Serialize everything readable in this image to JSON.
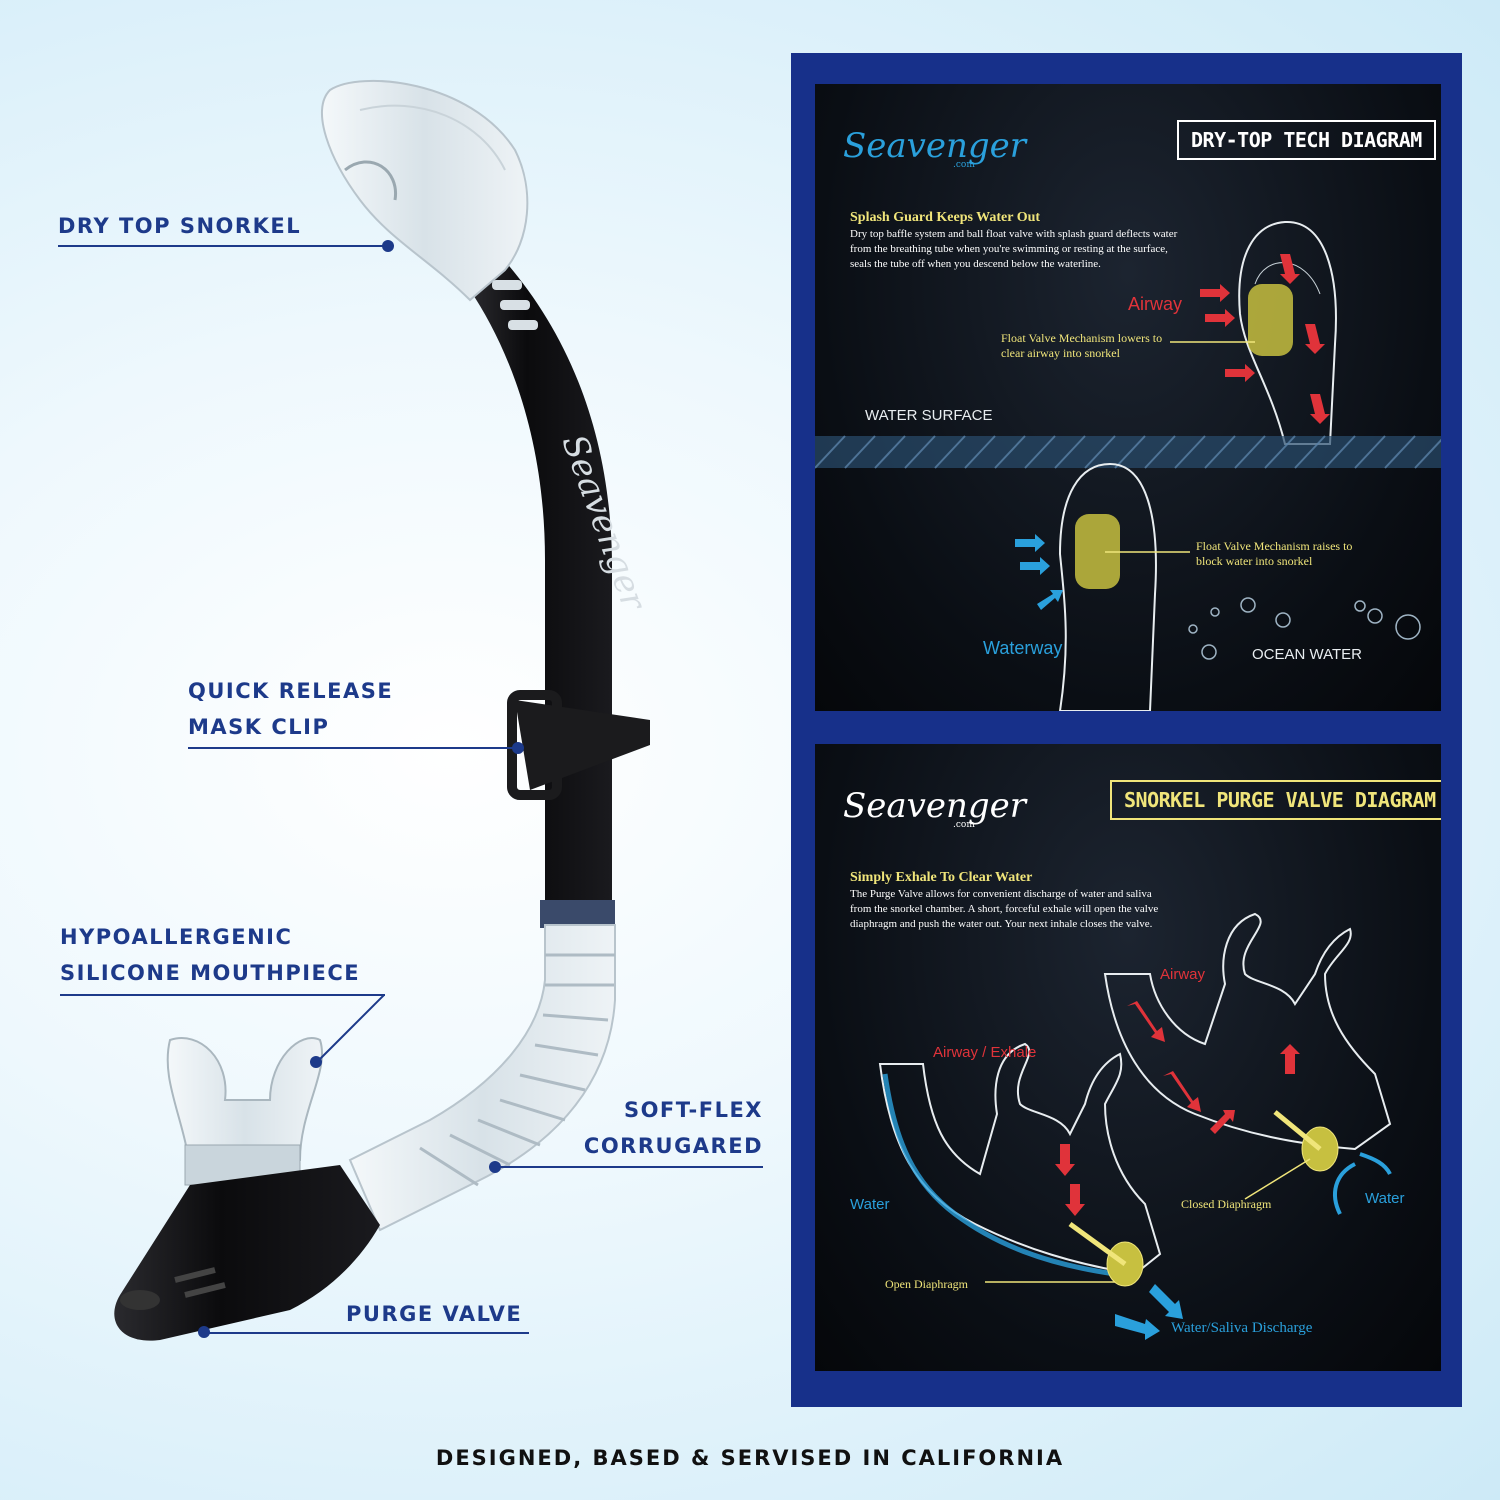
{
  "callouts": {
    "dry_top": "DRY TOP SNORKEL",
    "clip_line1": "QUICK RELEASE",
    "clip_line2": "MASK CLIP",
    "mouth_line1": "HYPOALLERGENIC",
    "mouth_line2": "SILICONE MOUTHPIECE",
    "corr_line1": "SOFT-FLEX",
    "corr_line2": "CORRUGARED",
    "purge": "PURGE VALVE"
  },
  "footer": "DESIGNED, BASED & SERVISED IN CALIFORNIA",
  "brand": "Seavenger",
  "tube_brand": "Seavenger",
  "panel1": {
    "logo_sub": ".com",
    "title": "DRY-TOP TECH DIAGRAM",
    "heading": "Splash Guard Keeps Water Out",
    "body": "Dry top baffle system and ball float valve with splash guard deflects water from the breathing tube when you're swimming or resting at the surface, seals the tube off when you descend below the waterline.",
    "airway": "Airway",
    "float_lowers": "Float Valve Mechanism lowers to clear airway into snorkel",
    "water_surface": "WATER SURFACE",
    "float_raises": "Float Valve Mechanism raises to block water into snorkel",
    "waterway": "Waterway",
    "ocean_water": "OCEAN WATER"
  },
  "panel2": {
    "logo_sub": ".com",
    "title": "SNORKEL PURGE VALVE DIAGRAM",
    "heading": "Simply Exhale To Clear Water",
    "body": "The Purge Valve allows for convenient discharge of water and saliva from the snorkel chamber. A short, forceful exhale will open the valve diaphragm and push the water out. Your next inhale closes the valve.",
    "airway": "Airway",
    "airway_exhale": "Airway / Exhale",
    "water_left": "Water",
    "water_right": "Water",
    "closed_diaphragm": "Closed Diaphragm",
    "open_diaphragm": "Open Diaphragm",
    "discharge": "Water/Saliva Discharge"
  },
  "colors": {
    "navy": "#1d3a8a",
    "frame": "#17308a",
    "yellow": "#f0e57a",
    "airway_red": "#e0333a",
    "water_blue": "#2aa0dc"
  }
}
